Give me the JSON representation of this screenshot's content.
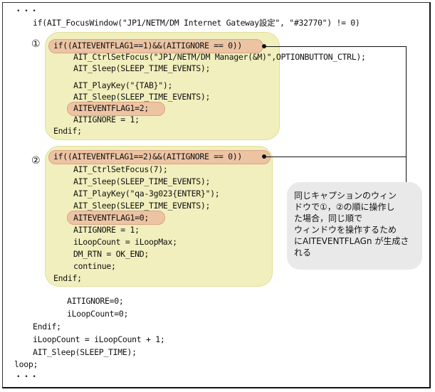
{
  "diagram": {
    "colors": {
      "block_fill": "#f1efbd",
      "highlight_fill": "#ecc4a4",
      "callout_fill": "#e9e9e9",
      "line": "#111111"
    },
    "top_lines": [
      "・・・",
      "if(AIT_FocusWindow(\"JP1/NETM/DM Internet Gateway設定\", \"#32770\") != 0)"
    ],
    "block1": {
      "marker": "①",
      "condition": "if((AITEVENTFLAG1==1)&&(AITIGNORE == 0))",
      "lines": [
        "AIT_CtrlSetFocus(\"JP1/NETM/DM Manager(&M)\",OPTIONBUTTON_CTRL);",
        "AIT_Sleep(SLEEP_TIME_EVENTS);",
        "AIT_PlayKey(\"{TAB}\");",
        "AIT_Sleep(SLEEP_TIME_EVENTS);",
        "AITEVENTFLAG1=2;",
        "AITIGNORE = 1;"
      ],
      "end": "Endif;"
    },
    "block2": {
      "marker": "②",
      "condition": "if((AITEVENTFLAG1==2)&&(AITIGNORE == 0))",
      "lines": [
        "AIT_CtrlSetFocus(7);",
        "AIT_Sleep(SLEEP_TIME_EVENTS);",
        "AIT_PlayKey(\"qa-3g023{ENTER}\");",
        "AIT_Sleep(SLEEP_TIME_EVENTS);",
        "AITEVENTFLAG1=0;",
        "AITIGNORE = 1;",
        "iLoopCount = iLoopMax;",
        "DM_RTN = OK_END;",
        "continue;"
      ],
      "end": "Endif;"
    },
    "bottom_lines": [
      "AITIGNORE=0;",
      "iLoopCount=0;",
      "Endif;",
      "iLoopCount = iLoopCount + 1;",
      "AIT_Sleep(SLEEP_TIME);",
      "loop;",
      "・・・"
    ],
    "callout": {
      "lines": [
        "同じキャプションのウィン",
        "ドウで①，②の順に操作し",
        "た場合，同じ順で",
        "ウィンドウを操作するため",
        "にAITEVENTFLAGn が生成さ",
        "れる"
      ]
    }
  }
}
